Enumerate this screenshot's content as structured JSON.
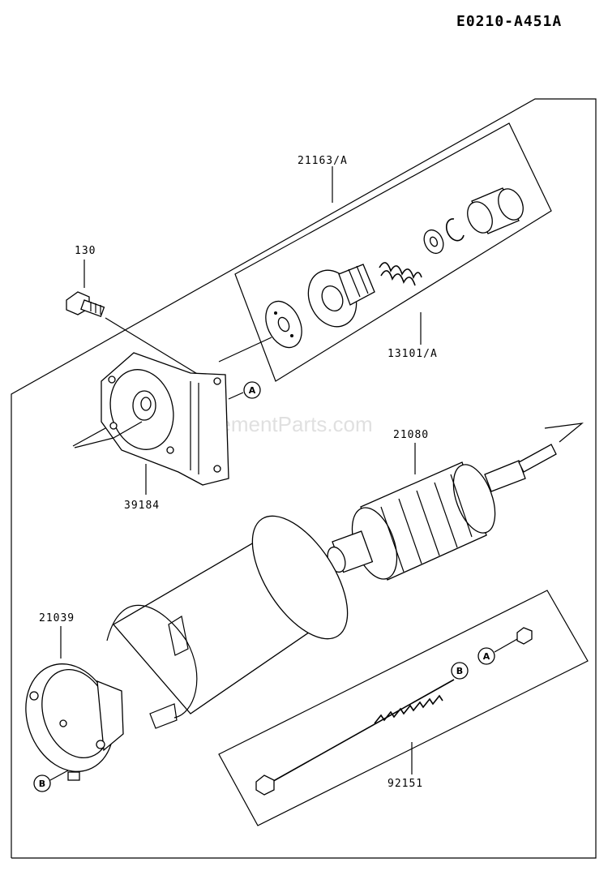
{
  "diagram": {
    "code": "E0210-A451A",
    "watermark": "eReplacementParts.com",
    "parts": {
      "starter_kit": "21163/A",
      "bolt": "130",
      "pinion_kit": "13101/A",
      "bracket": "39184",
      "armature": "21080",
      "end_cover": "21039",
      "through_bolt": "92151"
    },
    "refs": {
      "a1": "A",
      "a2": "A",
      "b1": "B",
      "b2": "B"
    }
  }
}
